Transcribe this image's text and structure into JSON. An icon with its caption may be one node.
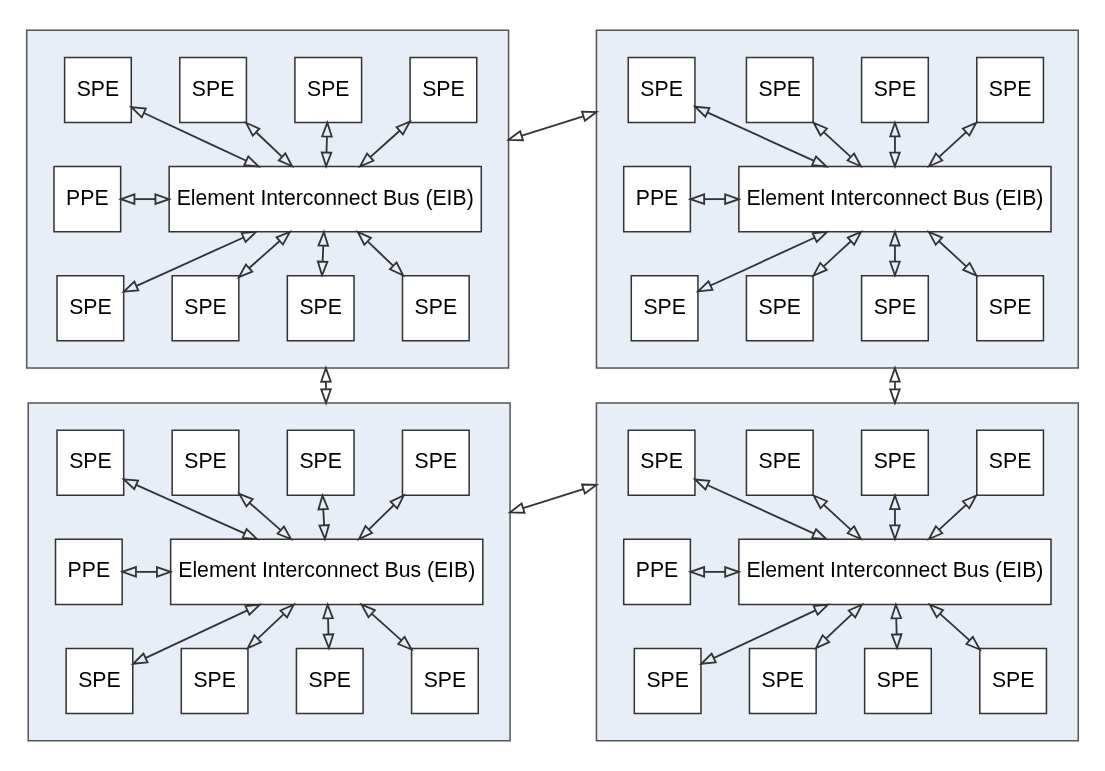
{
  "diagram": {
    "nodes": [
      {
        "text": [],
        "shape": "box"
      },
      {
        "text": [
          "PPE"
        ],
        "in": 0
      },
      {
        "text": [
          "Element Interconnect Bus (EIB)"
        ],
        "in": 0
      },
      {
        "text": [
          "SPE"
        ],
        "in": 0
      },
      {
        "text": [
          "SPE"
        ],
        "in": 0
      },
      {
        "text": [
          "SPE"
        ],
        "in": 0
      },
      {
        "text": [
          "SPE"
        ],
        "in": 0
      },
      {
        "text": [
          "SPE"
        ],
        "in": 0
      },
      {
        "text": [
          "SPE"
        ],
        "in": 0
      },
      {
        "text": [
          "SPE"
        ],
        "in": 0
      },
      {
        "text": [
          "SPE"
        ],
        "in": 0
      },
      {
        "text": [],
        "shape": "box"
      },
      {
        "text": [
          "PPE"
        ],
        "in": 11
      },
      {
        "text": [
          "Element Interconnect Bus (EIB)"
        ],
        "in": 11
      },
      {
        "text": [
          "SPE"
        ],
        "in": 11
      },
      {
        "text": [
          "SPE"
        ],
        "in": 11
      },
      {
        "text": [
          "SPE"
        ],
        "in": 11
      },
      {
        "text": [
          "SPE"
        ],
        "in": 11
      },
      {
        "text": [
          "SPE"
        ],
        "in": 11
      },
      {
        "text": [
          "SPE"
        ],
        "in": 11
      },
      {
        "text": [
          "SPE"
        ],
        "in": 11
      },
      {
        "text": [
          "SPE"
        ],
        "in": 11
      },
      {
        "text": [],
        "shape": "box"
      },
      {
        "text": [
          "PPE"
        ],
        "in": 22
      },
      {
        "text": [
          "Element Interconnect Bus (EIB)"
        ],
        "in": 22
      },
      {
        "text": [
          "SPE"
        ],
        "in": 22
      },
      {
        "text": [
          "SPE"
        ],
        "in": 22
      },
      {
        "text": [
          "SPE"
        ],
        "in": 22
      },
      {
        "text": [
          "SPE"
        ],
        "in": 22
      },
      {
        "text": [
          "SPE"
        ],
        "in": 22
      },
      {
        "text": [
          "SPE"
        ],
        "in": 22
      },
      {
        "text": [
          "SPE"
        ],
        "in": 22
      },
      {
        "text": [
          "SPE"
        ],
        "in": 22
      },
      {
        "text": [],
        "shape": "box"
      },
      {
        "text": [
          "PPE"
        ],
        "in": 33
      },
      {
        "text": [
          "Element Interconnect Bus (EIB)"
        ],
        "in": 33
      },
      {
        "text": [
          "SPE"
        ],
        "in": 33
      },
      {
        "text": [
          "SPE"
        ],
        "in": 33
      },
      {
        "text": [
          "SPE"
        ],
        "in": 33
      },
      {
        "text": [
          "SPE"
        ],
        "in": 33
      },
      {
        "text": [
          "SPE"
        ],
        "in": 33
      },
      {
        "text": [
          "SPE"
        ],
        "in": 33
      },
      {
        "text": [
          "SPE"
        ],
        "in": 33
      },
      {
        "text": [
          "SPE"
        ],
        "in": 33
      }
    ],
    "edges": [
      {
        "from": 1,
        "to": 2,
        "arrow": "both"
      },
      {
        "from": 3,
        "to": 2,
        "arrow": "both"
      },
      {
        "from": 4,
        "to": 2,
        "arrow": "both"
      },
      {
        "from": 5,
        "to": 2,
        "arrow": "both"
      },
      {
        "from": 6,
        "to": 2,
        "arrow": "both"
      },
      {
        "from": 2,
        "to": 7,
        "arrow": "both"
      },
      {
        "from": 2,
        "to": 8,
        "arrow": "both"
      },
      {
        "from": 2,
        "to": 9,
        "arrow": "both"
      },
      {
        "from": 2,
        "to": 10,
        "arrow": "both"
      },
      {
        "from": 12,
        "to": 13,
        "arrow": "both"
      },
      {
        "from": 14,
        "to": 13,
        "arrow": "both"
      },
      {
        "from": 15,
        "to": 13,
        "arrow": "both"
      },
      {
        "from": 16,
        "to": 13,
        "arrow": "both"
      },
      {
        "from": 17,
        "to": 13,
        "arrow": "both"
      },
      {
        "from": 13,
        "to": 18,
        "arrow": "both"
      },
      {
        "from": 13,
        "to": 19,
        "arrow": "both"
      },
      {
        "from": 13,
        "to": 20,
        "arrow": "both"
      },
      {
        "from": 13,
        "to": 21,
        "arrow": "both"
      },
      {
        "from": 23,
        "to": 24,
        "arrow": "both"
      },
      {
        "from": 25,
        "to": 24,
        "arrow": "both"
      },
      {
        "from": 26,
        "to": 24,
        "arrow": "both"
      },
      {
        "from": 27,
        "to": 24,
        "arrow": "both"
      },
      {
        "from": 28,
        "to": 24,
        "arrow": "both"
      },
      {
        "from": 24,
        "to": 29,
        "arrow": "both"
      },
      {
        "from": 24,
        "to": 30,
        "arrow": "both"
      },
      {
        "from": 24,
        "to": 31,
        "arrow": "both"
      },
      {
        "from": 24,
        "to": 32,
        "arrow": "both"
      },
      {
        "from": 34,
        "to": 35,
        "arrow": "both"
      },
      {
        "from": 36,
        "to": 35,
        "arrow": "both"
      },
      {
        "from": 37,
        "to": 35,
        "arrow": "both"
      },
      {
        "from": 38,
        "to": 35,
        "arrow": "both"
      },
      {
        "from": 39,
        "to": 35,
        "arrow": "both"
      },
      {
        "from": 35,
        "to": 40,
        "arrow": "both"
      },
      {
        "from": 35,
        "to": 41,
        "arrow": "both"
      },
      {
        "from": 35,
        "to": 42,
        "arrow": "both"
      },
      {
        "from": 35,
        "to": 43,
        "arrow": "both"
      },
      {
        "from": 0,
        "to": 11,
        "arrow": "both"
      },
      {
        "from": 0,
        "to": 22,
        "arrow": "both"
      },
      {
        "from": 11,
        "to": 33,
        "arrow": "both"
      },
      {
        "from": 22,
        "to": 33,
        "arrow": "both"
      }
    ]
  }
}
